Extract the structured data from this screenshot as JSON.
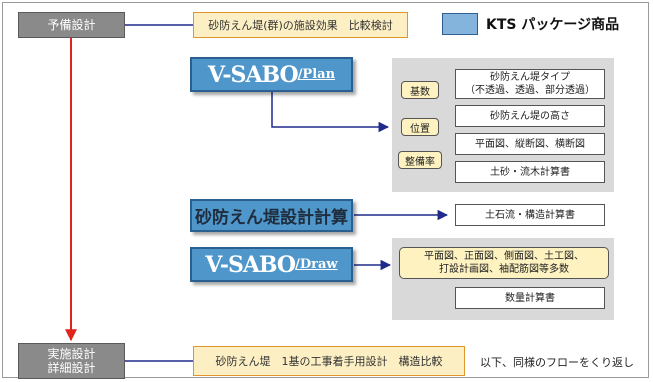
{
  "stages": {
    "preliminary": "予備設計",
    "implementation_line1": "実施設計",
    "implementation_line2": "詳細設計"
  },
  "orange": {
    "top": "砂防えん堤(群)の施設効果　比較検討",
    "bottom": "砂防えん堤　1基の工事着手用設計　構造比較"
  },
  "legend": {
    "label": "KTS パッケージ商品"
  },
  "products": {
    "plan_main": "V-SABO",
    "plan_sub": "/Plan",
    "calc": "砂防えん堤設計計算",
    "draw_main": "V-SABO",
    "draw_sub": "/Draw"
  },
  "plan_panel": {
    "tags": [
      "基数",
      "位置",
      "整備率"
    ],
    "items": [
      {
        "line1": "砂防えん堤タイプ",
        "line2": "（不透過、透過、部分透過）"
      },
      {
        "line1": "砂防えん堤の高さ",
        "line2": ""
      },
      {
        "line1": "平面図、縦断図、横断図",
        "line2": ""
      },
      {
        "line1": "土砂・流木計算書",
        "line2": ""
      }
    ]
  },
  "calc_output": "土石流・構造計算書",
  "draw_panel": {
    "drawings_line1": "平面図、正面図、側面図、土工図、",
    "drawings_line2": "打設計画図、袖配筋図等多数",
    "quantity": "数量計算書"
  },
  "footer_note": "以下、同様のフローをくり返し",
  "colors": {
    "stage_gray": "#8a8a8a",
    "orange_fill": "#fdefc4",
    "orange_border": "#e0962b",
    "product_blue": "#4f96cb",
    "arrow_navy": "#1f2a8a",
    "flow_red": "#e0241b",
    "panel_gray": "#d9d9d9"
  }
}
